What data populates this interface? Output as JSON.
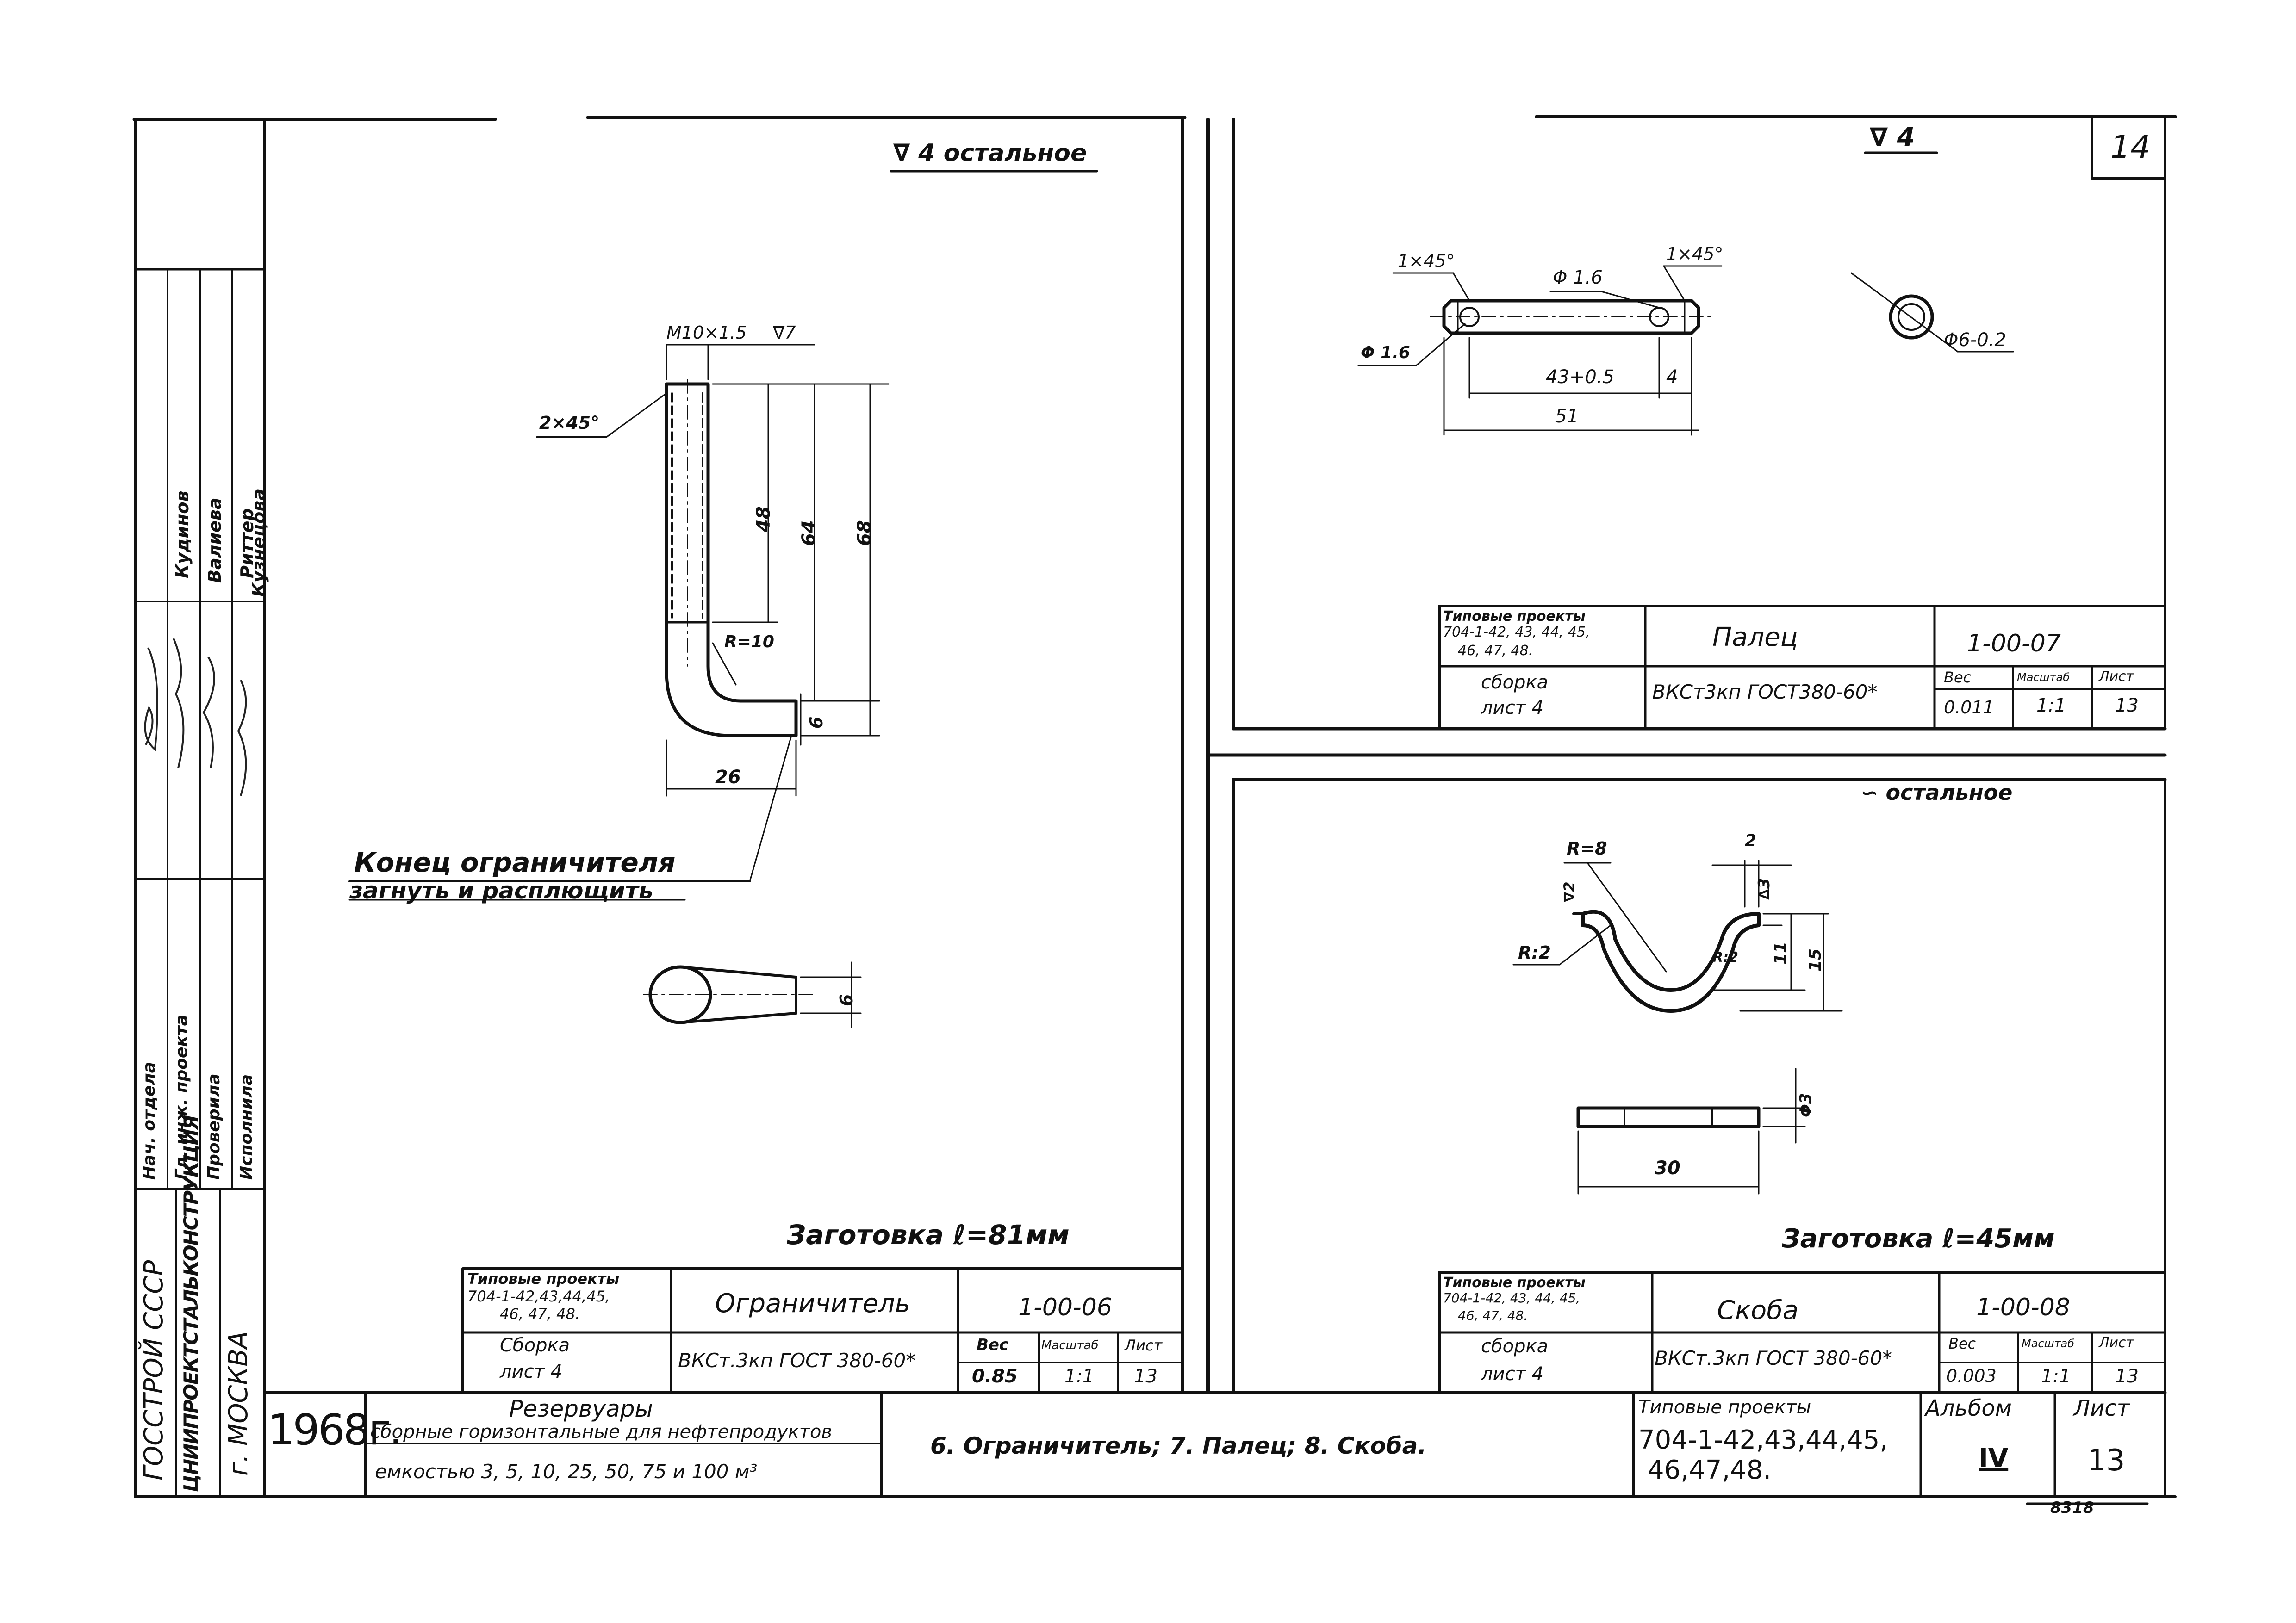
{
  "page_number": "14",
  "left_panel": {
    "surface_note": "∇ 4 остальное",
    "thread_label": "M10×1.5",
    "surface_finish": "∇7",
    "chamfer": "2×45°",
    "dim_48": "48",
    "dim_64": "64",
    "dim_68": "68",
    "radius": "R=10",
    "dim_6": "6",
    "dim_26": "26",
    "note_line1": "Конец ограничителя",
    "note_line2": "загнуть и расплющить",
    "flat_dim": "6",
    "blank": "Заготовка ℓ=81мм",
    "title_block": {
      "proj_label": "Типовые проекты",
      "proj_nums1": "704-1-42,43,44,45,",
      "proj_nums2": "46, 47, 48.",
      "assembly": "Сборка",
      "sheet_ref": "лист 4",
      "name": "Ограничитель",
      "code": "1-00-06",
      "material": "ВКСт.3кп ГОСТ 380-60*",
      "weight_label": "Вес",
      "scale_label": "Масштаб",
      "sheet_label": "Лист",
      "weight": "0.85",
      "scale": "1:1",
      "sheet": "13"
    }
  },
  "top_right_panel": {
    "surface_note": "∇ 4",
    "chamfer_left": "1×45°",
    "chamfer_right": "1×45°",
    "hole_dia": "Φ 1.6",
    "hole_dia_left": "Φ 1.6",
    "dim_43": "43+0.5",
    "dim_4": "4",
    "dim_51": "51",
    "pin_dia": "Φ6-0.2",
    "title_block": {
      "proj_label": "Типовые проекты",
      "proj_nums1": "704-1-42, 43, 44, 45,",
      "proj_nums2": "46, 47, 48.",
      "assembly": "сборка",
      "sheet_ref": "лист 4",
      "name": "Палец",
      "code": "1-00-07",
      "material": "ВКСт3кп ГОСТ380-60*",
      "weight_label": "Вес",
      "scale_label": "Масштаб",
      "sheet_label": "Лист",
      "weight": "0.011",
      "scale": "1:1",
      "sheet": "13"
    }
  },
  "bottom_right_panel": {
    "surface_note": "∽ остальное",
    "radius_top": "R=8",
    "radius_bottom": "R:2",
    "radius_inner": "R:2",
    "dim_2": "2",
    "surface_3": "∆3",
    "surface_2": "∇2",
    "dim_11": "11",
    "dim_15": "15",
    "dim_3": "Φ3",
    "dim_30": "30",
    "blank": "Заготовка ℓ=45мм",
    "title_block": {
      "proj_label": "Типовые проекты",
      "proj_nums1": "704-1-42, 43, 44, 45,",
      "proj_nums2": "46, 47, 48.",
      "assembly": "сборка",
      "sheet_ref": "лист 4",
      "name": "Скоба",
      "code": "1-00-08",
      "material": "ВКСт.3кп ГОСТ 380-60*",
      "weight_label": "Вес",
      "scale_label": "Масштаб",
      "sheet_label": "Лист",
      "weight": "0.003",
      "scale": "1:1",
      "sheet": "13"
    }
  },
  "side_stamp": {
    "org1": "ГОССТРОЙ СССР",
    "org2": "ЦНИИПРОЕКТСТАЛЬКОНСТРУКЦИЯ",
    "city": "г. МОСКВА",
    "roles": [
      "Нач. отдела",
      "Гл. инж. проекта",
      "Проверила",
      "Исполнила"
    ],
    "names": [
      "Кудинов",
      "Валиева",
      "Риттер",
      "Кузнецова"
    ]
  },
  "main_title": {
    "year": "1968г.",
    "subject1": "Резервуары",
    "subject2": "сборные горизонтальные для нефтепродуктов",
    "subject3": "емкостью 3, 5, 10, 25, 50, 75 и 100 м³",
    "contents": "6. Ограничитель;  7. Палец;  8. Скоба.",
    "proj_label": "Типовые проекты",
    "proj_nums1": "704-1-42,43,44,45,",
    "proj_nums2": "46,47,48.",
    "album_label": "Альбом",
    "album": "IV",
    "sheet_label": "Лист",
    "sheet": "13"
  },
  "footer_code": "8318"
}
